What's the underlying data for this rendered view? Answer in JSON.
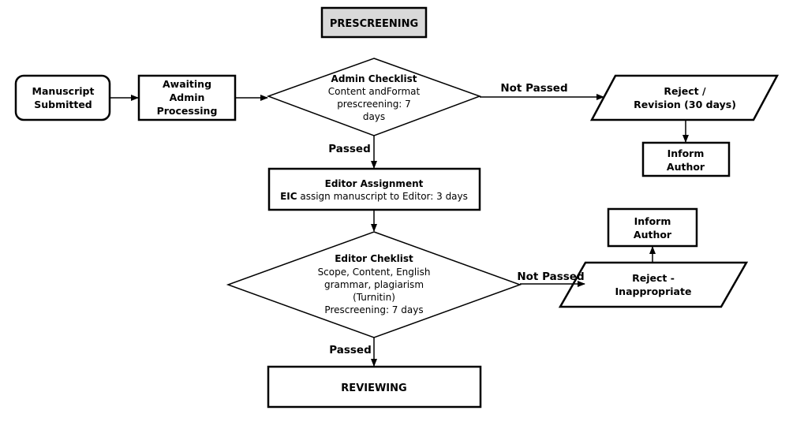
{
  "title": "PRESCREENING",
  "nodes": {
    "manuscript_submitted": [
      "Manuscript",
      "Submitted"
    ],
    "awaiting_admin": [
      "Awaiting",
      "Admin",
      "Processing"
    ],
    "admin_checklist": {
      "heading": "Admin Checklist",
      "lines": [
        "Content andFormat",
        "prescreening: 7",
        "days"
      ]
    },
    "reject_revision": [
      "Reject /",
      "Revision (30 days)"
    ],
    "inform_author_1": [
      "Inform",
      "Author"
    ],
    "editor_assignment": {
      "heading": "Editor Assignment",
      "bold_part": "EIC",
      "rest": " assign manuscript to Editor: 3 days"
    },
    "editor_checklist": {
      "heading": "Editor Cheklist",
      "lines": [
        "Scope, Content, English",
        "grammar, plagiarism",
        "(Turnitin)",
        "Prescreening: 7 days"
      ]
    },
    "reject_inappropriate": [
      "Reject -",
      "Inappropriate"
    ],
    "inform_author_2": [
      "Inform",
      "Author"
    ],
    "reviewing": "REVIEWING"
  },
  "edge_labels": {
    "admin_not_passed": "Not Passed",
    "admin_passed": "Passed",
    "editor_not_passed": "Not Passed",
    "editor_passed": "Passed"
  }
}
